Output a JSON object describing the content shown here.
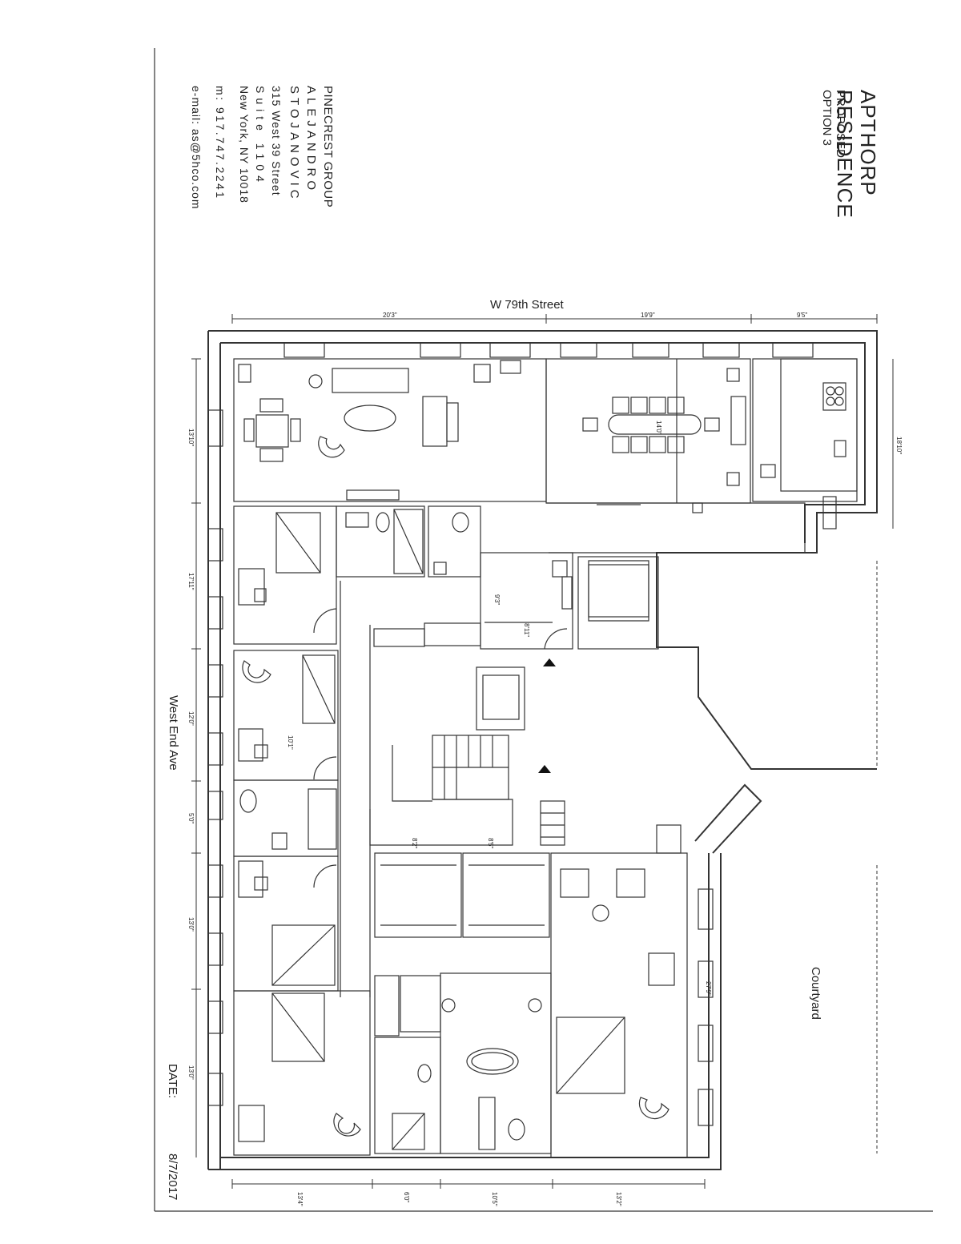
{
  "title_block": {
    "project_line1": "APTHORP",
    "project_line2": "RESIDENCE",
    "status": "PROPOSED",
    "option": "OPTION 3"
  },
  "firm": {
    "name": "PINECREST GROUP",
    "architect_line1": "ALEJANDRO",
    "architect_line2": "STOJANOVIC",
    "address_line1": "315 West 39 Street",
    "address_line2": "Suite 1104",
    "address_line3": "New York, NY 10018",
    "mobile": "m: 917.747.2241",
    "email": "e-mail: as@5hco.com"
  },
  "streets": {
    "north": "W 79th Street",
    "west": "West End Ave",
    "courtyard": "Courtyard"
  },
  "date": {
    "label": "DATE:",
    "value": "8/7/2017"
  },
  "dimensions": {
    "top_a": "20'3\"",
    "top_b": "19'9\"",
    "top_c": "9'5\"",
    "right_kitchen": "18'10\"",
    "right_master": "27'9\"",
    "left_1": "13'10\"",
    "left_2": "17'11\"",
    "left_3": "12'0\"",
    "left_4": "5'0\"",
    "left_5": "13'0\"",
    "left_6": "13'0\"",
    "bottom_a": "13'4\"",
    "bottom_b": "6'0\"",
    "bottom_c": "10'5\"",
    "bottom_d": "13'2\"",
    "inner_bed": "10'1\"",
    "inner_foyer_a": "9'3\"",
    "inner_foyer_b": "8'11\"",
    "inner_wic_a": "8'2\"",
    "inner_wic_b": "8'5\"",
    "dining_table": "14'0\""
  },
  "icons": [
    "door-swing-icon",
    "chair-icon",
    "bed-icon",
    "bathtub-icon",
    "toilet-icon",
    "sink-icon",
    "stair-icon",
    "north-arrow-icon"
  ]
}
